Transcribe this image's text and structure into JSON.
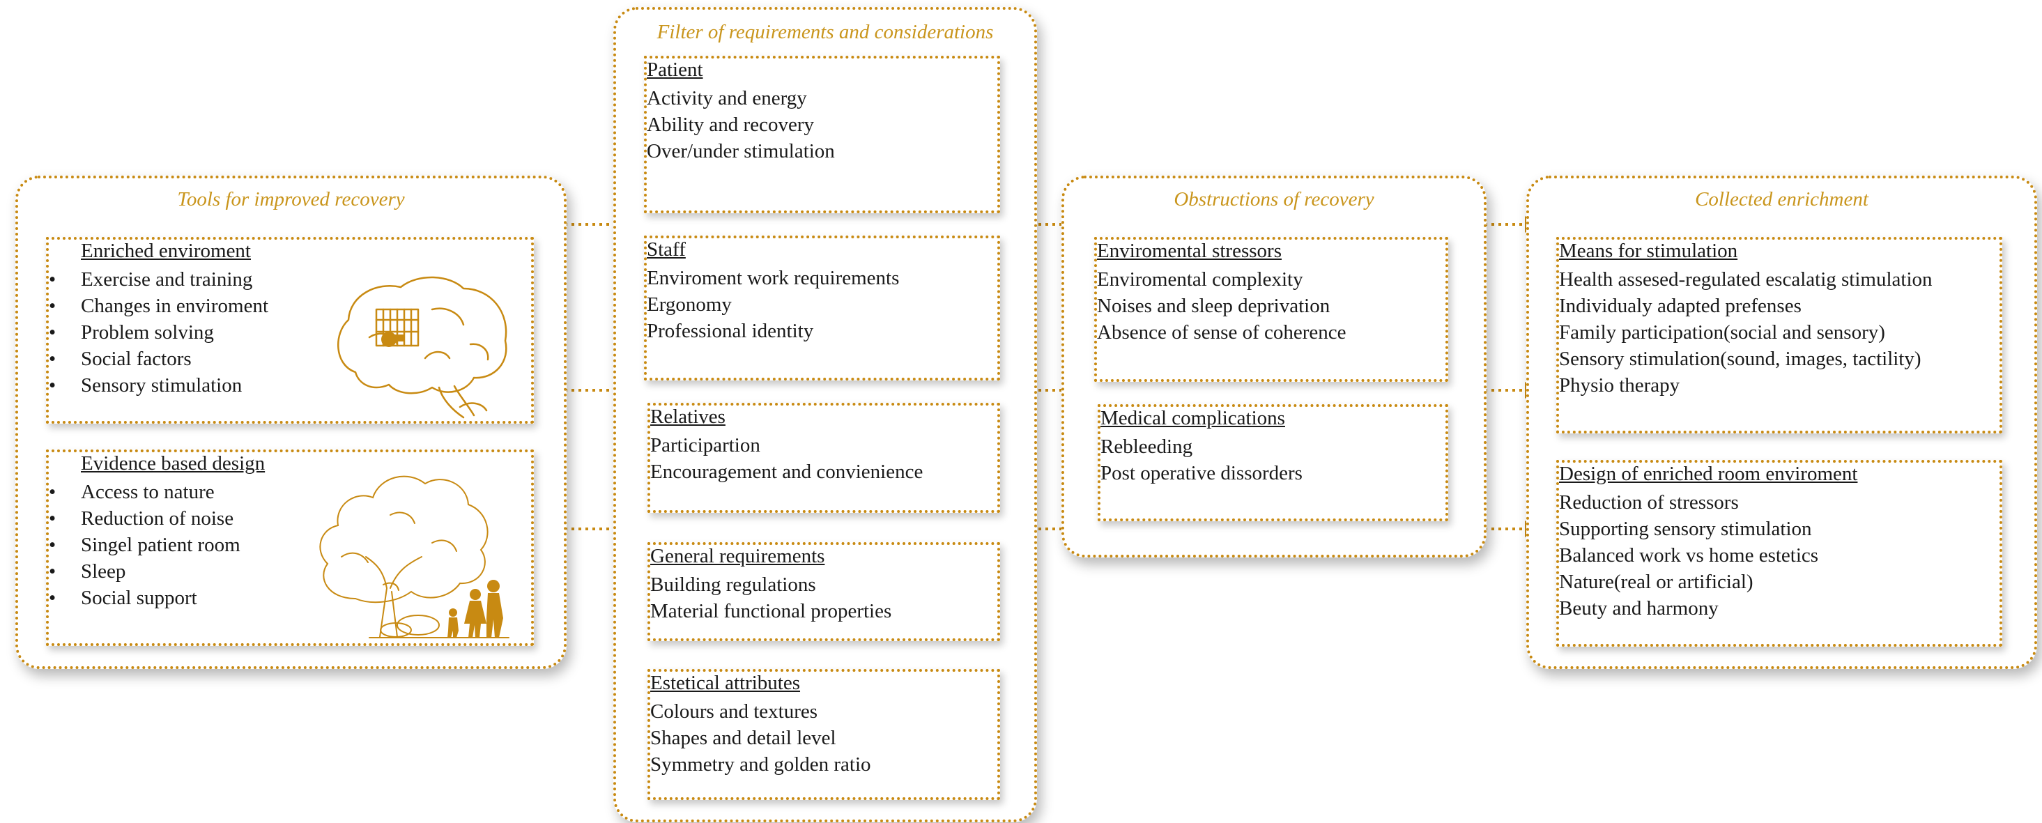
{
  "colors": {
    "accent": "#c88a12",
    "title": "#c9951c",
    "text": "#1a1a1a"
  },
  "groups": {
    "tools": {
      "title": "Tools for improved recovery",
      "enriched": {
        "heading": "Enriched enviroment",
        "items": [
          "Exercise and training",
          "Changes in enviroment",
          "Problem solving",
          "Social factors",
          "Sensory stimulation"
        ],
        "illustration": "brain-icon"
      },
      "evidence": {
        "heading": "Evidence based design",
        "items": [
          "Access to nature",
          "Reduction of noise",
          "Singel patient room",
          "Sleep",
          "Social support"
        ],
        "illustration": "tree-family-icon"
      }
    },
    "filter": {
      "title": "Filter of requirements and considerations",
      "patient": {
        "heading": "Patient",
        "items": [
          "Activity and energy",
          "Ability and recovery",
          "Over/under stimulation"
        ]
      },
      "staff": {
        "heading": "Staff",
        "items": [
          "Enviroment work requirements",
          "Ergonomy",
          "Professional identity"
        ]
      },
      "relatives": {
        "heading": "Relatives",
        "items": [
          "Participartion",
          "Encouragement and convienience"
        ]
      },
      "general": {
        "heading": "General requirements",
        "items": [
          "Building regulations",
          "Material functional properties"
        ]
      },
      "estetical": {
        "heading": "Estetical attributes",
        "items": [
          "Colours and textures",
          "Shapes and detail level",
          "Symmetry and golden ratio"
        ]
      }
    },
    "obstructions": {
      "title": "Obstructions of recovery",
      "stressors": {
        "heading": "Enviromental stressors",
        "items": [
          "Enviromental complexity",
          "Noises and sleep deprivation",
          "Absence of sense of coherence"
        ]
      },
      "medical": {
        "heading": "Medical complications",
        "items": [
          "Rebleeding",
          "Post operative dissorders"
        ]
      }
    },
    "collected": {
      "title": "Collected enrichment",
      "means": {
        "heading": "Means for stimulation",
        "items": [
          "Health assesed-regulated escalatig stimulation",
          "Individualy adapted prefenses",
          "Family participation(social and sensory)",
          "Sensory stimulation(sound, images, tactility)",
          "Physio therapy"
        ]
      },
      "design": {
        "heading": "Design of enriched room enviroment",
        "items": [
          "Reduction of stressors",
          "Supporting sensory stimulation",
          "Balanced work vs home estetics",
          "Nature(real or artificial)",
          "Beuty and harmony"
        ]
      }
    }
  }
}
